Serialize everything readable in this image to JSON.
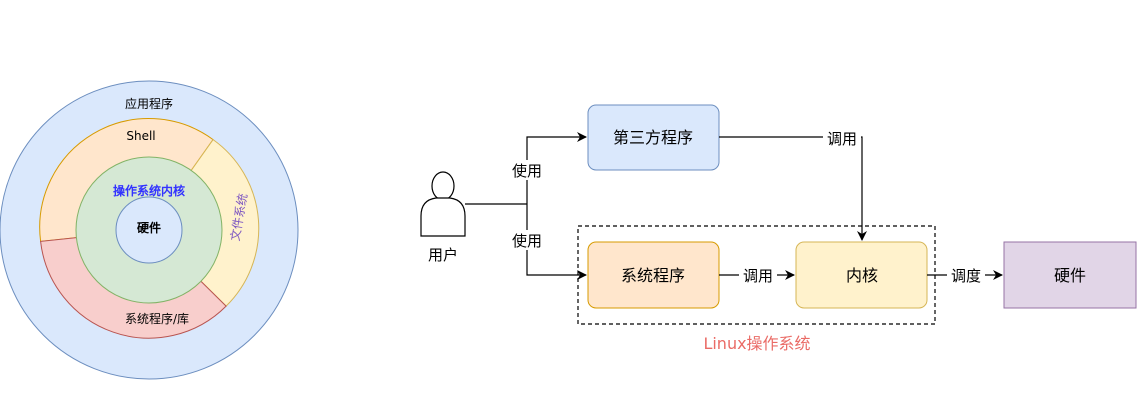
{
  "onion": {
    "outer_label": "应用程序",
    "shell_label": "Shell",
    "fs_label": "文件系统",
    "lib_label": "系统程序/库",
    "kernel_label": "操作系统内核",
    "hw_label": "硬件",
    "colors": {
      "outer": "#dae8fc",
      "outer_stroke": "#6c8ebf",
      "shell": "#ffe6cc",
      "shell_stroke": "#d79b00",
      "fs": "#fff2cc",
      "fs_stroke": "#d6b656",
      "lib": "#f8cecc",
      "lib_stroke": "#b85450",
      "kernel": "#d5e8d4",
      "kernel_stroke": "#82b366",
      "kernel_text": "#3333ff",
      "fs_text": "#7e57c2"
    }
  },
  "flow": {
    "user_label": "用户",
    "use_top": "使用",
    "use_bottom": "使用",
    "third_party": "第三方程序",
    "call_top": "调用",
    "system_program": "系统程序",
    "call_mid": "调用",
    "kernel": "内核",
    "schedule": "调度",
    "hardware": "硬件",
    "linux_os": "Linux操作系统",
    "colors": {
      "third_party_fill": "#dae8fc",
      "third_party_stroke": "#6c8ebf",
      "sysprog_fill": "#ffe6cc",
      "sysprog_stroke": "#d79b00",
      "kernel_fill": "#fff2cc",
      "kernel_stroke": "#d6b656",
      "hw_fill": "#e1d5e7",
      "hw_stroke": "#9673a6",
      "linux_text": "#ea6b66"
    }
  }
}
